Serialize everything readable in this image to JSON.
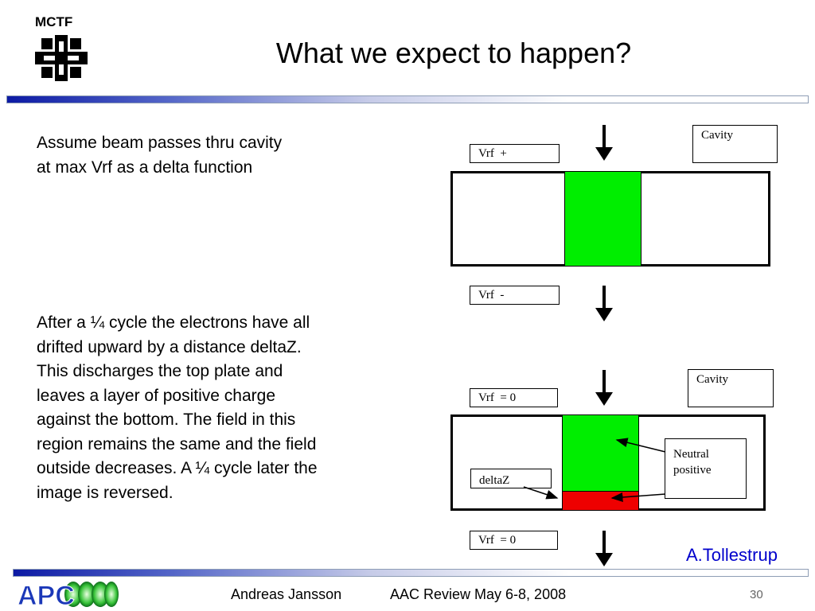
{
  "header": {
    "org_label": "MCTF",
    "title": "What we expect to happen?"
  },
  "body": {
    "paragraph1": "Assume beam passes thru cavity at max Vrf as a delta function",
    "paragraph2": "After a ¼ cycle the electrons have all drifted upward by a distance deltaZ.  This discharges the top plate and leaves a layer of positive charge against the bottom.  The field in this region remains the same and the field outside decreases.  A ¼ cycle later the image is reversed."
  },
  "diagram_top": {
    "cavity_label": "Cavity",
    "vrf_top": "Vrf  +",
    "vrf_bottom": "Vrf  -"
  },
  "diagram_bottom": {
    "cavity_label": "Cavity",
    "vrf_top": "Vrf  = 0",
    "vrf_bottom": "Vrf  = 0",
    "neutral_label": "Neutral",
    "positive_label": "positive",
    "deltaz_label": "deltaZ"
  },
  "credit": "A.Tollestrup",
  "footer": {
    "logo_text": "APC",
    "author": "Andreas Jansson",
    "event": "AAC Review May 6-8, 2008",
    "page_number": "30"
  },
  "colors": {
    "beam_green": "#00ee00",
    "charge_red": "#ee0000",
    "credit_blue": "#0000cc",
    "accent_bar": "#0c1aa4"
  }
}
